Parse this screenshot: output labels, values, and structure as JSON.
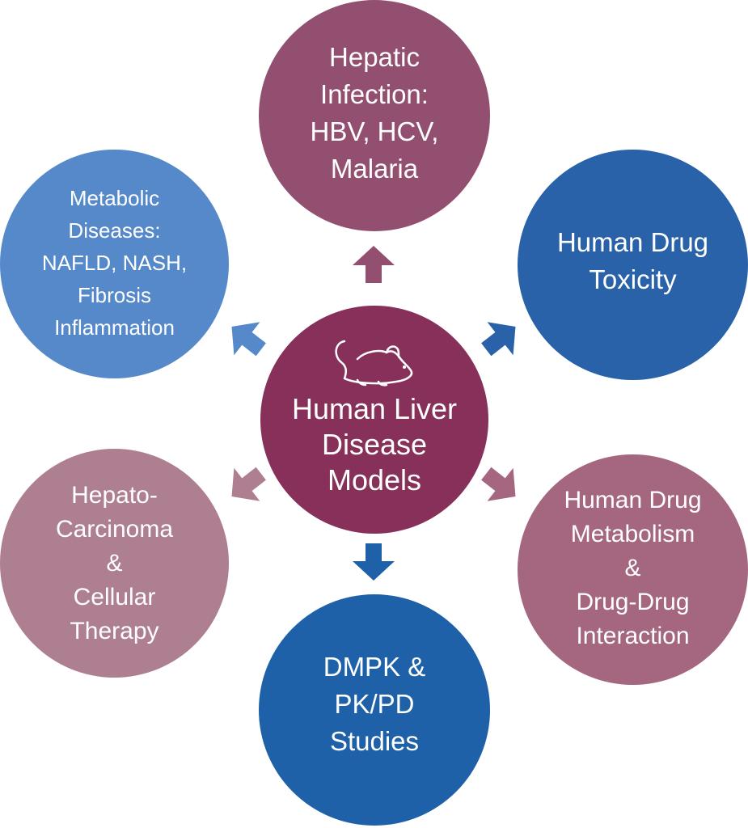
{
  "center": {
    "lines": [
      "Human Liver",
      "Disease",
      "Models"
    ],
    "icon": "mouse-icon",
    "color": "#86305a"
  },
  "nodes": [
    {
      "id": "hepatic-infection",
      "lines": [
        "Hepatic",
        "Infection:",
        "HBV, HCV,",
        "Malaria"
      ],
      "color": "#924f6f"
    },
    {
      "id": "human-drug-toxicity",
      "lines": [
        "Human Drug",
        "Toxicity"
      ],
      "color": "#2962a8"
    },
    {
      "id": "drug-metabolism",
      "lines": [
        "Human Drug",
        "Metabolism",
        "&",
        "Drug-Drug",
        "Interaction"
      ],
      "color": "#a4677f"
    },
    {
      "id": "dmpk-studies",
      "lines": [
        "DMPK &",
        "PK/PD",
        "Studies"
      ],
      "color": "#1f61a8"
    },
    {
      "id": "hepato-carcinoma",
      "lines": [
        "Hepato-",
        "Carcinoma",
        "&",
        "Cellular",
        "Therapy"
      ],
      "color": "#ae7f90"
    },
    {
      "id": "metabolic-diseases",
      "lines": [
        "Metabolic",
        "Diseases:",
        "NAFLD, NASH,",
        "Fibrosis",
        "Inflammation"
      ],
      "color": "#5689c9"
    }
  ],
  "arrow_colors": {
    "hepatic-infection": "#924f6f",
    "human-drug-toxicity": "#2962a8",
    "drug-metabolism": "#a4677f",
    "dmpk-studies": "#1f61a8",
    "hepato-carcinoma": "#ae7f90",
    "metabolic-diseases": "#5689c9"
  }
}
